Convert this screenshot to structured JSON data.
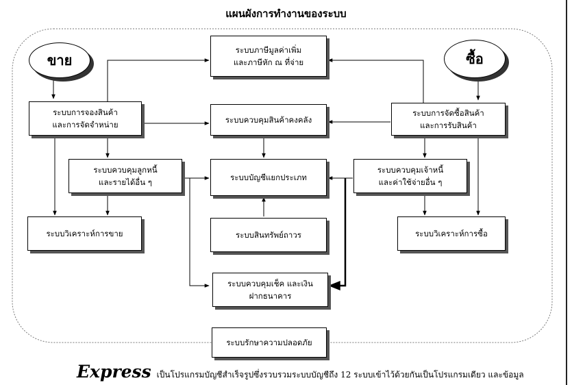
{
  "title": "แผนผังการทำงานของระบบ",
  "ovals": {
    "sell": "ขาย",
    "buy": "ซื้อ"
  },
  "boxes": {
    "vat": "ระบบภาษีมูลค่าเพิ่ม\nและภาษีหัก ณ ที่จ่าย",
    "sales_order": "ระบบการจองสินค้า\nและการจัดจำหน่าย",
    "inventory": "ระบบควบคุมสินค้าคงคลัง",
    "purchasing": "ระบบการจัดซื้อสินค้า\nและการรับสินค้า",
    "receivables": "ระบบควบคุมลูกหนี้\nและรายได้อื่น ๆ",
    "general_ledger": "ระบบบัญชีแยกประเภท",
    "payables": "ระบบควบคุมเจ้าหนี้\nและค่าใช้จ่ายอื่น ๆ",
    "sales_analysis": "ระบบวิเคราะห์การขาย",
    "fixed_assets": "ระบบสินทรัพย์ถาวร",
    "purchase_analysis": "ระบบวิเคราะห์การซื้อ",
    "cheque_bank": "ระบบควบคุมเช็ค และเงิน\nฝากธนาคาร",
    "security": "ระบบรักษาความปลอดภัย"
  },
  "footer": {
    "brand": "Express",
    "text": "เป็นโปรแกรมบัญชีสำเร็จรูปซึ่งรวบรวมระบบบัญชีถึง 12 ระบบเข้าไว้ด้วยกันเป็นโปรแกรมเดียว และข้อมูล"
  }
}
